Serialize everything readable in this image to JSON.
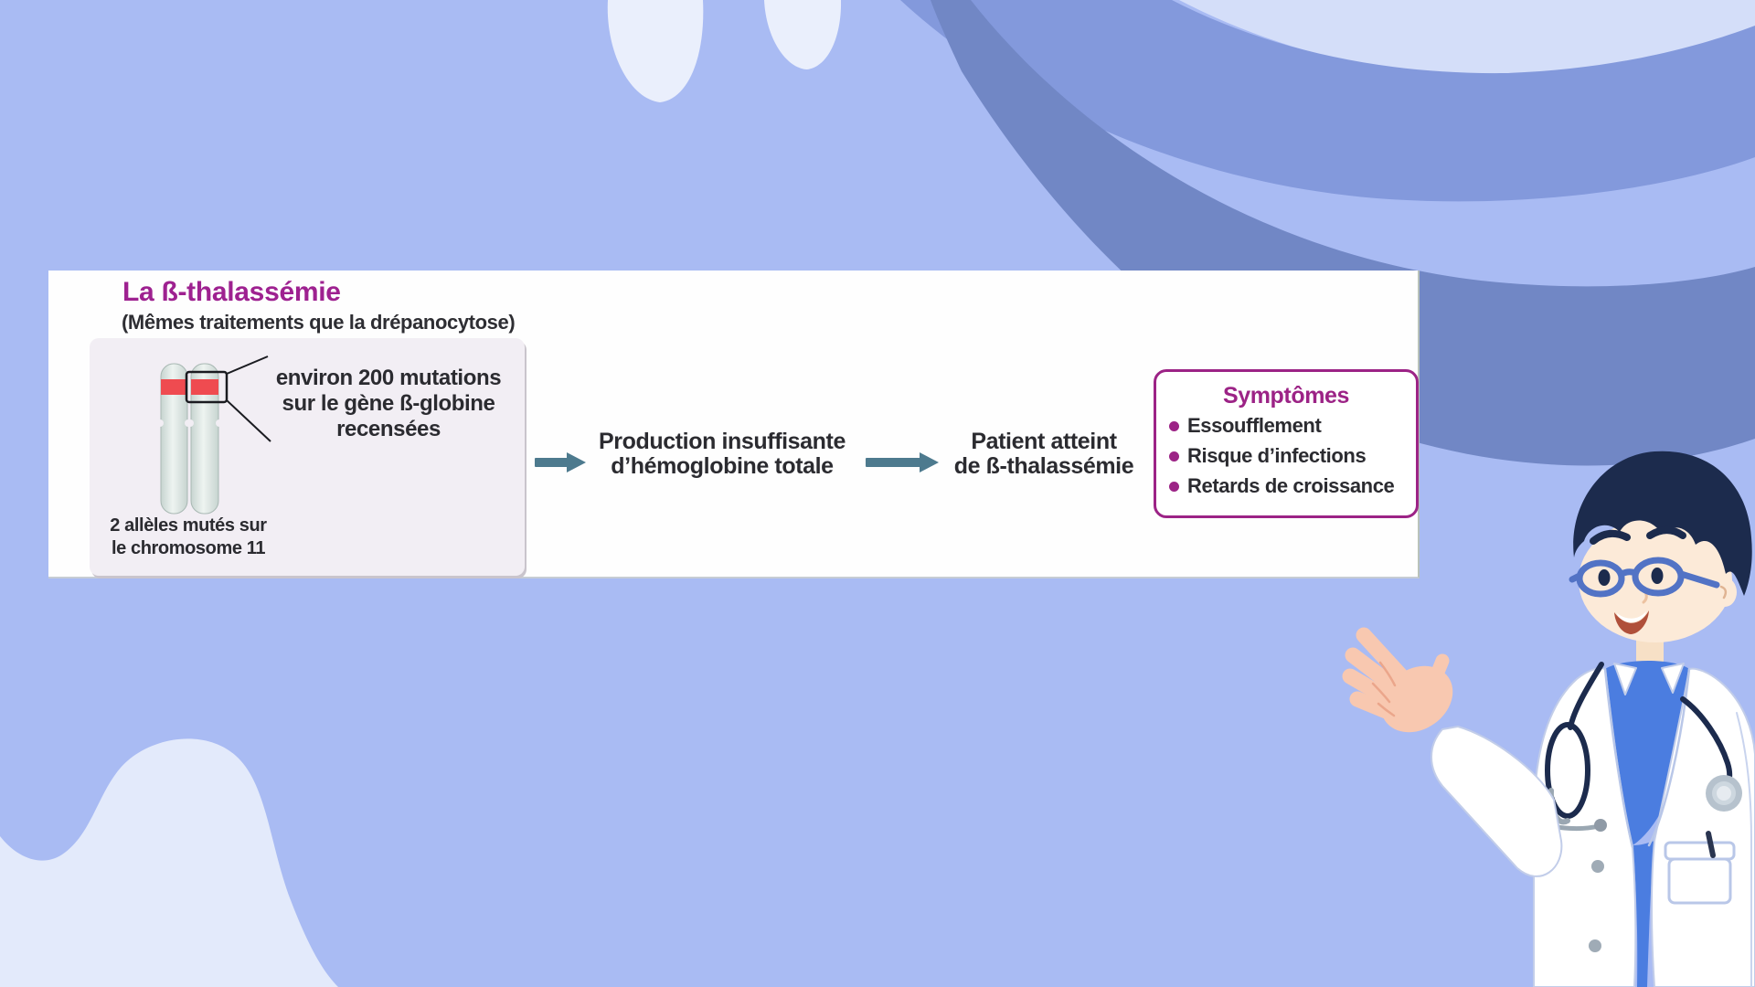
{
  "infographic": {
    "title": "La ß-thalassémie",
    "subtitle": "(Mêmes traitements que la drépanocytose)",
    "cause": {
      "mutation_note_lines": [
        "environ 200 mutations",
        "sur le gène ß-globine",
        "recensées"
      ],
      "alleles_note_lines": [
        "2 allèles mutés sur",
        "le chromosome 11"
      ]
    },
    "flow_steps": [
      {
        "lines": [
          "Production insuffisante",
          "d’hémoglobine totale"
        ]
      },
      {
        "lines": [
          "Patient atteint",
          "de ß-thalassémie"
        ]
      }
    ],
    "symptoms": {
      "title": "Symptômes",
      "items": [
        "Essoufflement",
        "Risque d’infections",
        "Retards de croissance"
      ]
    }
  },
  "colors": {
    "background": "#a9bbf3",
    "wave": "#7187c5",
    "wave_light": "#8399dc",
    "wave_pale": "#d4def9",
    "blob_light": "#e3eafb",
    "panel": "#fefefe",
    "cause_box": "#f2eef4",
    "accent_magenta": "#9e2190",
    "symptoms_border": "#9c2386",
    "text_dark": "#2b2b30",
    "arrow_teal": "#4d7a8e",
    "chromosome_band_red": "#ef4b50"
  }
}
